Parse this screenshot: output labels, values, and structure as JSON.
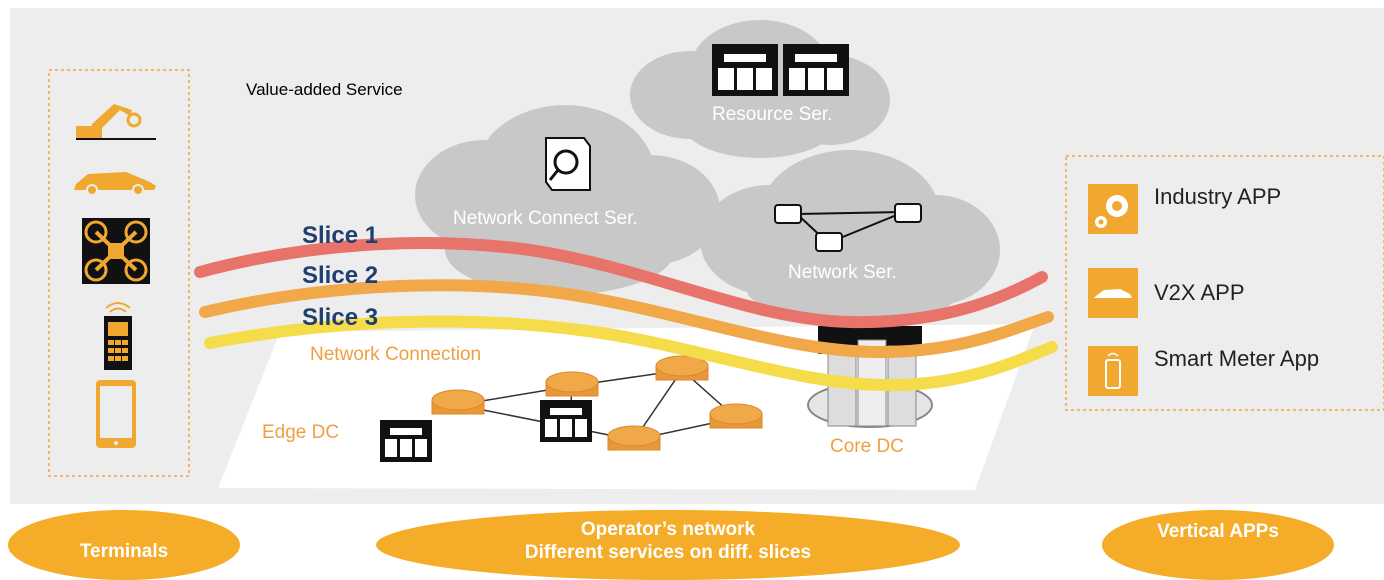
{
  "labels": {
    "value_added": "Value-added Service",
    "resource": "Resource Ser.",
    "network_connect": "Network Connect Ser.",
    "network_ser": "Network Ser.",
    "network_connection": "Network Connection",
    "edge_dc": "Edge DC",
    "core_dc": "Core DC"
  },
  "slices": [
    {
      "label": "Slice 1",
      "color": "#e8736a"
    },
    {
      "label": "Slice 2",
      "color": "#f0a848"
    },
    {
      "label": "Slice 3",
      "color": "#f5dc4a"
    }
  ],
  "terminals": {
    "items": [
      "robot-arm-icon",
      "car-icon",
      "drone-icon",
      "phone-icon",
      "tablet-icon"
    ]
  },
  "apps": [
    {
      "label": "Industry APP",
      "icon": "gear-icon"
    },
    {
      "label": "V2X APP",
      "icon": "car-icon"
    },
    {
      "label": "Smart Meter App",
      "icon": "meter-phone-icon"
    }
  ],
  "ovals": {
    "terminals": "Terminals",
    "operator_line1": "Operator’s network",
    "operator_line2": "Different services on diff. slices",
    "vertical": "Vertical APPs"
  },
  "colors": {
    "accent": "#f0a830",
    "background": "#ededed",
    "cloud": "#c8c8c8",
    "slice_text": "#1f3f6e"
  }
}
